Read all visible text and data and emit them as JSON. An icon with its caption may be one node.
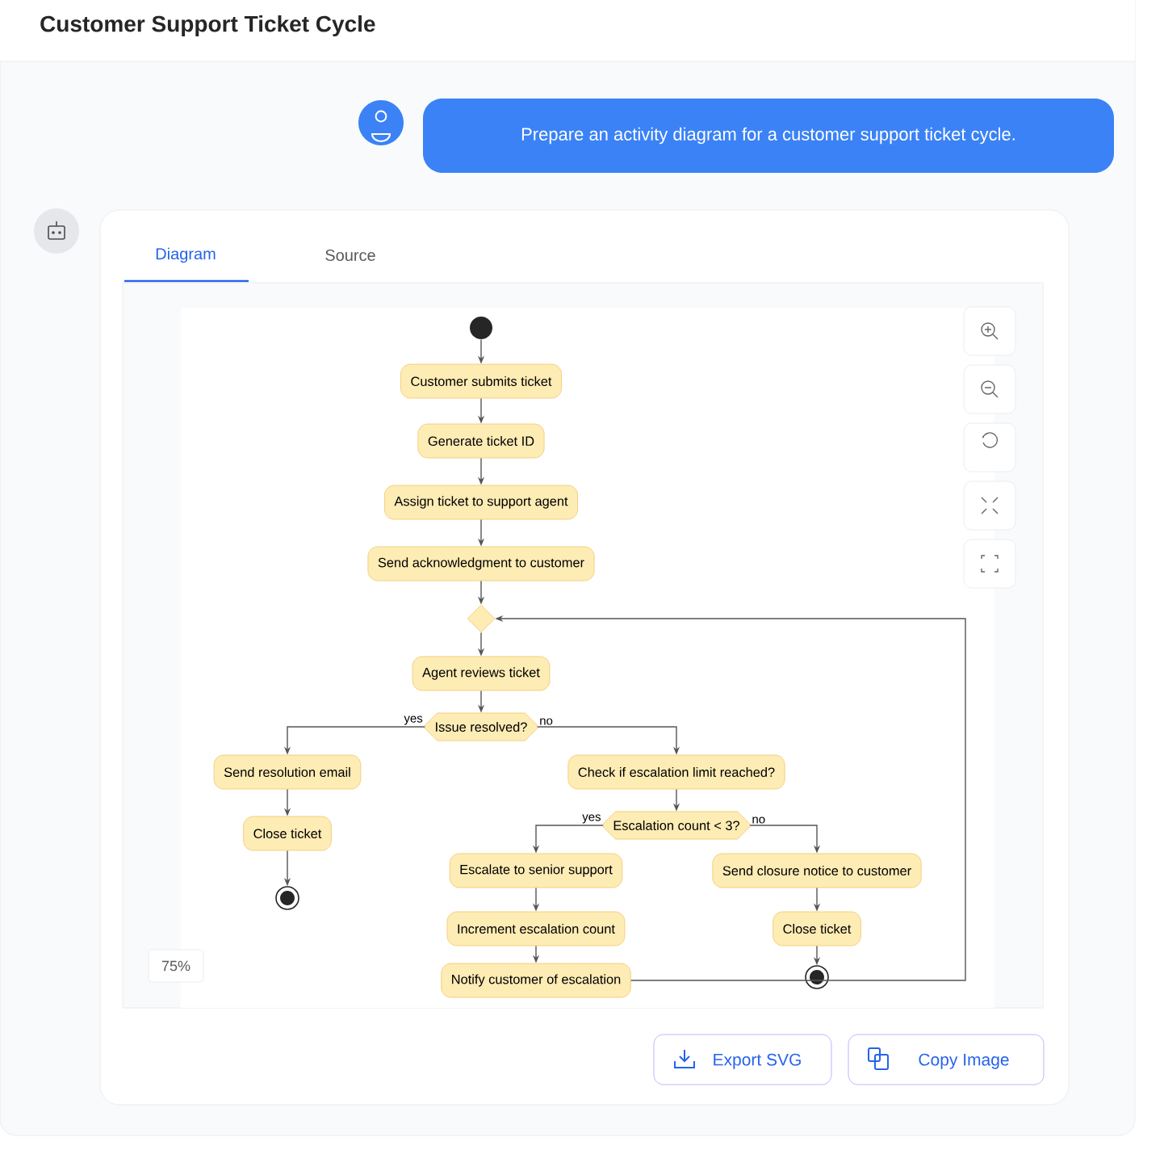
{
  "diagram": {
    "title": "Customer Support Ticket Cycle",
    "nodes": [
      {
        "text": [],
        "shape": "circle"
      },
      {
        "text": [
          "Customer submits ticket"
        ]
      },
      {
        "text": [
          "Generate ticket ID"
        ]
      },
      {
        "text": [
          "Assign ticket to support agent"
        ]
      },
      {
        "text": [
          "Send acknowledgment to customer"
        ]
      },
      {
        "text": [],
        "shape": "diamond"
      },
      {
        "text": [
          "Agent reviews ticket"
        ]
      },
      {
        "text": [
          "Issue resolved?"
        ]
      },
      {
        "text": [
          "Send resolution email"
        ]
      },
      {
        "text": [
          "Close ticket"
        ]
      },
      {
        "text": [],
        "shape": "circle"
      },
      {
        "text": [
          "Check if escalation limit reached?"
        ]
      },
      {
        "text": [
          "Escalation count < 3?"
        ]
      },
      {
        "text": [
          "Escalate to senior support"
        ]
      },
      {
        "text": [
          "Send closure notice to customer"
        ]
      },
      {
        "text": [
          "Increment escalation count"
        ]
      },
      {
        "text": [
          "Close ticket"
        ]
      },
      {
        "text": [],
        "shape": "circle"
      },
      {
        "text": [
          "Notify customer of escalation"
        ]
      }
    ],
    "edges": [
      {
        "from": 0,
        "to": 1,
        "arrow": "to"
      },
      {
        "from": 1,
        "to": 2,
        "arrow": "to"
      },
      {
        "from": 2,
        "to": 3,
        "arrow": "to"
      },
      {
        "from": 3,
        "to": 4,
        "arrow": "to"
      },
      {
        "from": 4,
        "to": 5,
        "arrow": "to"
      },
      {
        "from": 5,
        "to": 6,
        "arrow": "to"
      },
      {
        "from": 6,
        "to": 7,
        "arrow": "to"
      },
      {
        "from": 7,
        "to": 8,
        "arrow": "to",
        "label": "yes"
      },
      {
        "from": 7,
        "to": 11,
        "arrow": "to",
        "label": "no"
      },
      {
        "from": 8,
        "to": 9,
        "arrow": "to"
      },
      {
        "from": 9,
        "to": 10,
        "arrow": "to"
      },
      {
        "from": 11,
        "to": 12,
        "arrow": "to"
      },
      {
        "from": 12,
        "to": 13,
        "arrow": "to",
        "label": "yes"
      },
      {
        "from": 12,
        "to": 14,
        "arrow": "to",
        "label": "no"
      },
      {
        "from": 13,
        "to": 15,
        "arrow": "to"
      },
      {
        "from": 14,
        "to": 16,
        "arrow": "to"
      },
      {
        "from": 16,
        "to": 17,
        "arrow": "to"
      },
      {
        "from": 15,
        "to": 18,
        "arrow": "to"
      },
      {
        "from": 18,
        "to": 5,
        "arrow": "to"
      }
    ],
    "labels": [
      "Prepare an activity diagram for a customer support ticket cycle.",
      "Diagram",
      "Source",
      "75%",
      "Export SVG",
      "Copy Image"
    ]
  }
}
